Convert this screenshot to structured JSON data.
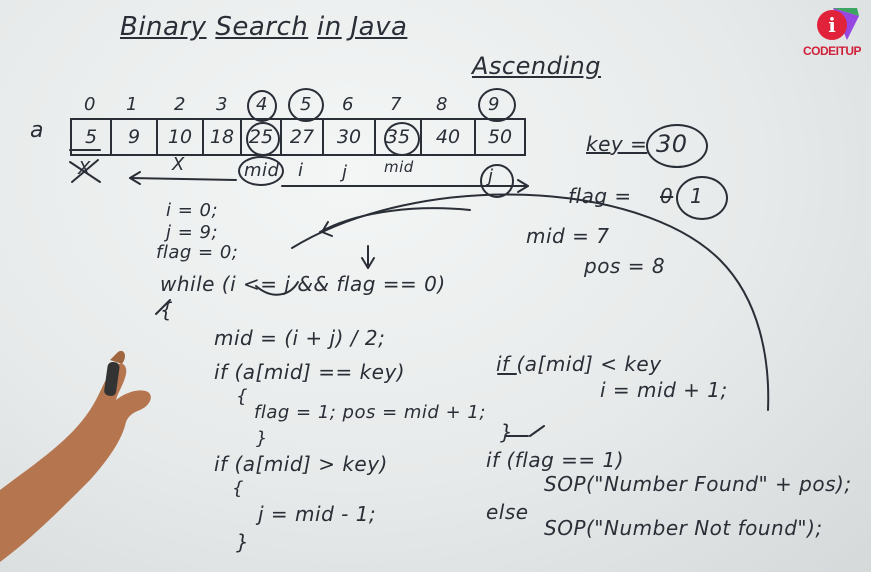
{
  "title": {
    "part1": "Binary",
    "part2": "Search",
    "part3": "in",
    "part4": "Java"
  },
  "ascending": "Ascending",
  "array_label": "a",
  "indices": [
    "0",
    "1",
    "2",
    "3",
    "4",
    "5",
    "6",
    "7",
    "8",
    "9"
  ],
  "values": [
    "5",
    "9",
    "10",
    "18",
    "25",
    "27",
    "30",
    "35",
    "40",
    "50"
  ],
  "below_marks": {
    "x1": "X",
    "x2": "X",
    "mid1": "mid",
    "i": "i",
    "j": "j",
    "mid2": "mid",
    "j2": "j"
  },
  "key_text": "key =",
  "key_value": "30",
  "flag_text": "flag =",
  "flag_old": "0",
  "flag_value": "1",
  "mid_val": "mid = 7",
  "pos_val": "pos = 8",
  "init": [
    "i = 0;",
    "j = 9;",
    "flag = 0;"
  ],
  "while_line": "while (i <= j && flag == 0)",
  "open_brace": "{",
  "mid_calc": "mid = (i + j) / 2;",
  "if_eq": "if (a[mid] == key)",
  "brace_a": "{",
  "flag_set": "flag = 1; pos = mid + 1;",
  "brace_b": "}",
  "if_gt": "if (a[mid] > key)",
  "brace_c": "{",
  "j_set": "j = mid - 1;",
  "brace_d": "}",
  "if_lt": "if (a[mid] < key",
  "i_set": "i = mid + 1;",
  "close_while": "}",
  "if_flag": "if (flag == 1)",
  "sop_found": "SOP(\"Number Found\" + pos);",
  "else_text": "else",
  "sop_notfound": "SOP(\"Number Not found\");",
  "logo_text": "CODEITUP",
  "logo_glyph": "i",
  "colors": {
    "board": "#eceeef",
    "ink": "#2a2e36",
    "logo": "#e0233b",
    "skin": "#b5754f"
  }
}
